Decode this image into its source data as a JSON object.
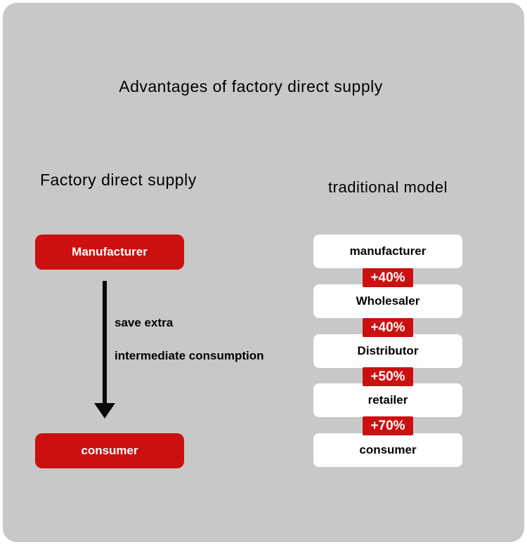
{
  "title": "Advantages of factory direct supply",
  "left": {
    "heading": "Factory direct supply",
    "top_box": "Manufacturer",
    "bottom_box": "consumer",
    "arrow_label_line1": "save extra",
    "arrow_label_line2": "intermediate consumption"
  },
  "right": {
    "heading": "traditional model",
    "steps": [
      "manufacturer",
      "Wholesaler",
      "Distributor",
      "retailer",
      "consumer"
    ],
    "markups": [
      "+40%",
      "+40%",
      "+50%",
      "+70%"
    ]
  },
  "colors": {
    "background": "#c8c8c8",
    "accent_red": "#cc0f0f",
    "box_text": "#ffffff",
    "text": "#000000"
  }
}
